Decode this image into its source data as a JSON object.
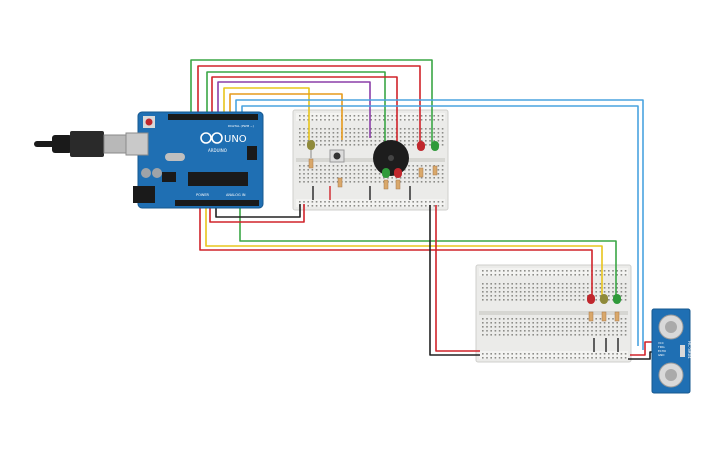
{
  "board": {
    "logo_text": "ARDUINO",
    "model": "UNO",
    "digital_label": "DIGITAL (PWM ~)",
    "power_label": "POWER",
    "analog_label": "ANALOG IN"
  },
  "sensor": {
    "label": "HC-SR04",
    "pins": [
      "VCC",
      "TRIG",
      "ECHO",
      "GND"
    ]
  },
  "colors": {
    "background": "#ffffff",
    "board": "#1f6fb3",
    "breadboard": "#ebebe9",
    "wire_red": "#d0232a",
    "wire_green": "#3aa645",
    "wire_orange": "#e69a1c",
    "wire_yellow": "#e8c51c",
    "wire_purple": "#8b3fa8",
    "wire_blue": "#4aa3df",
    "wire_black": "#222222",
    "led_red": "#c0272d",
    "led_yellow": "#8f8a3a",
    "led_green": "#2f9a3a"
  },
  "components": {
    "leds_top": [
      "yellow-led",
      "red-led",
      "green-led"
    ],
    "leds_bottom": [
      "red-led",
      "yellow-led",
      "green-led"
    ],
    "buzzer": "piezo-buzzer",
    "button": "push-button"
  }
}
